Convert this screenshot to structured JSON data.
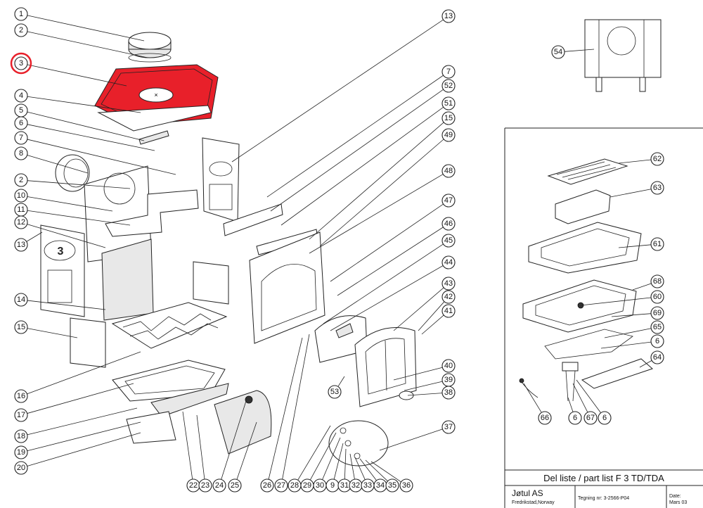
{
  "diagram": {
    "highlight_color": "#e8202a",
    "highlighted_callout": "3",
    "left_callouts": [
      "1",
      "2",
      "3",
      "4",
      "5",
      "6",
      "7",
      "8",
      "2",
      "10",
      "11",
      "12",
      "13",
      "14",
      "15",
      "16",
      "17",
      "18",
      "19",
      "20"
    ],
    "right_callouts": [
      "13",
      "7",
      "52",
      "51",
      "15",
      "49",
      "48",
      "47",
      "46",
      "45",
      "44",
      "43",
      "42",
      "41",
      "40",
      "39",
      "38",
      "37"
    ],
    "bottom_callouts": [
      "22",
      "23",
      "24",
      "25",
      "26",
      "27",
      "28",
      "29",
      "30",
      "9",
      "31",
      "32",
      "33",
      "34",
      "35",
      "36"
    ],
    "misc_callouts": [
      "53",
      "54"
    ],
    "inset_callouts": [
      "62",
      "63",
      "61",
      "68",
      "60",
      "69",
      "65",
      "6",
      "64",
      "66",
      "6",
      "67",
      "6"
    ]
  },
  "title_block": {
    "title": "Del liste / part list F 3 TD/TDA",
    "company": "Jøtul AS",
    "location": "Fredrikstad,Norway",
    "drawing_no": "Tegning nr: 3-2566-P04",
    "date_label": "Date:",
    "date_value": "Mars 03"
  }
}
